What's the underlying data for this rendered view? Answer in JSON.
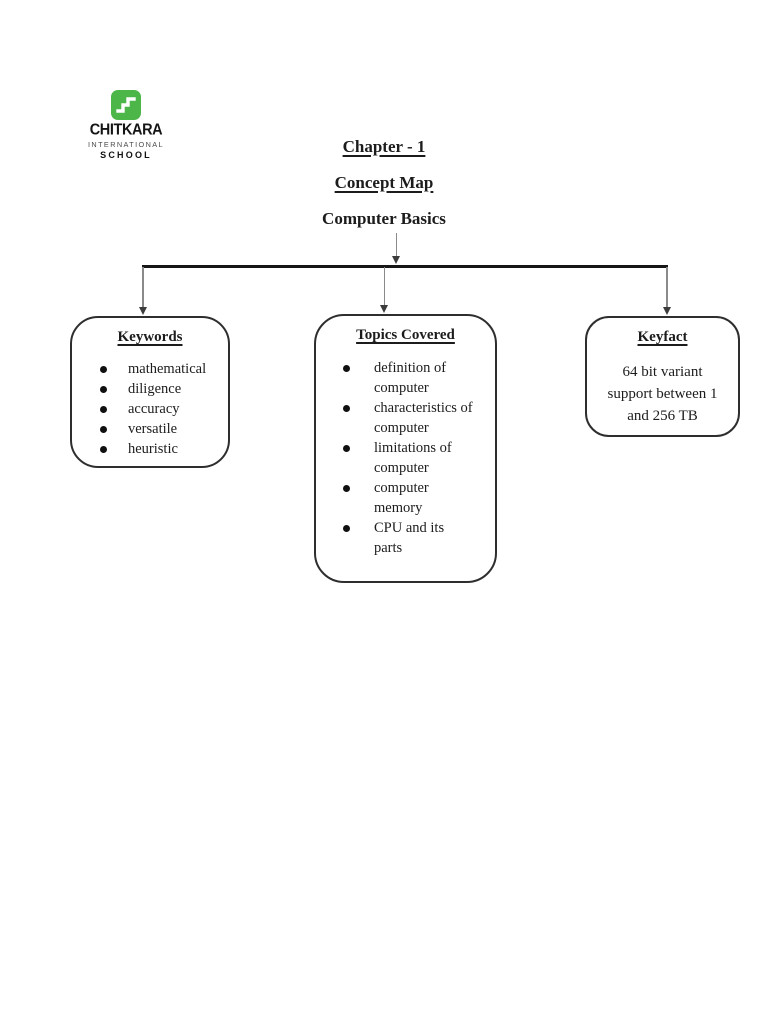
{
  "logo": {
    "icon": "chitkara-stairs-icon",
    "icon_color": "#4cb648",
    "name": "CHITKARA",
    "line2": "INTERNATIONAL",
    "line3": "SCHOOL"
  },
  "headings": {
    "chapter": "Chapter - 1",
    "subtitle": "Concept Map",
    "topic": "Computer Basics"
  },
  "boxes": {
    "keywords": {
      "title": "Keywords",
      "items": [
        "mathematical",
        "diligence",
        "accuracy",
        "versatile",
        "heuristic"
      ]
    },
    "topics": {
      "title": "Topics Covered",
      "items": [
        {
          "line1": "definition of",
          "line2": "computer"
        },
        {
          "line1": "characteristics of",
          "line2": "computer"
        },
        {
          "line1": "limitations of",
          "line2": "computer"
        },
        {
          "line1": "computer",
          "line2": "memory"
        },
        {
          "line1": "CPU and its",
          "line2": "parts"
        }
      ]
    },
    "keyfact": {
      "title": "Keyfact",
      "lines": [
        "64 bit variant",
        "support between 1",
        "and 256 TB"
      ]
    }
  },
  "colors": {
    "page_background": "#ffffff",
    "text": "#1c1c1c",
    "box_border": "#2e2e2e",
    "connector_thick": "#161616",
    "connector_thin": "#8a8a8a",
    "logo_green": "#4cb648"
  }
}
